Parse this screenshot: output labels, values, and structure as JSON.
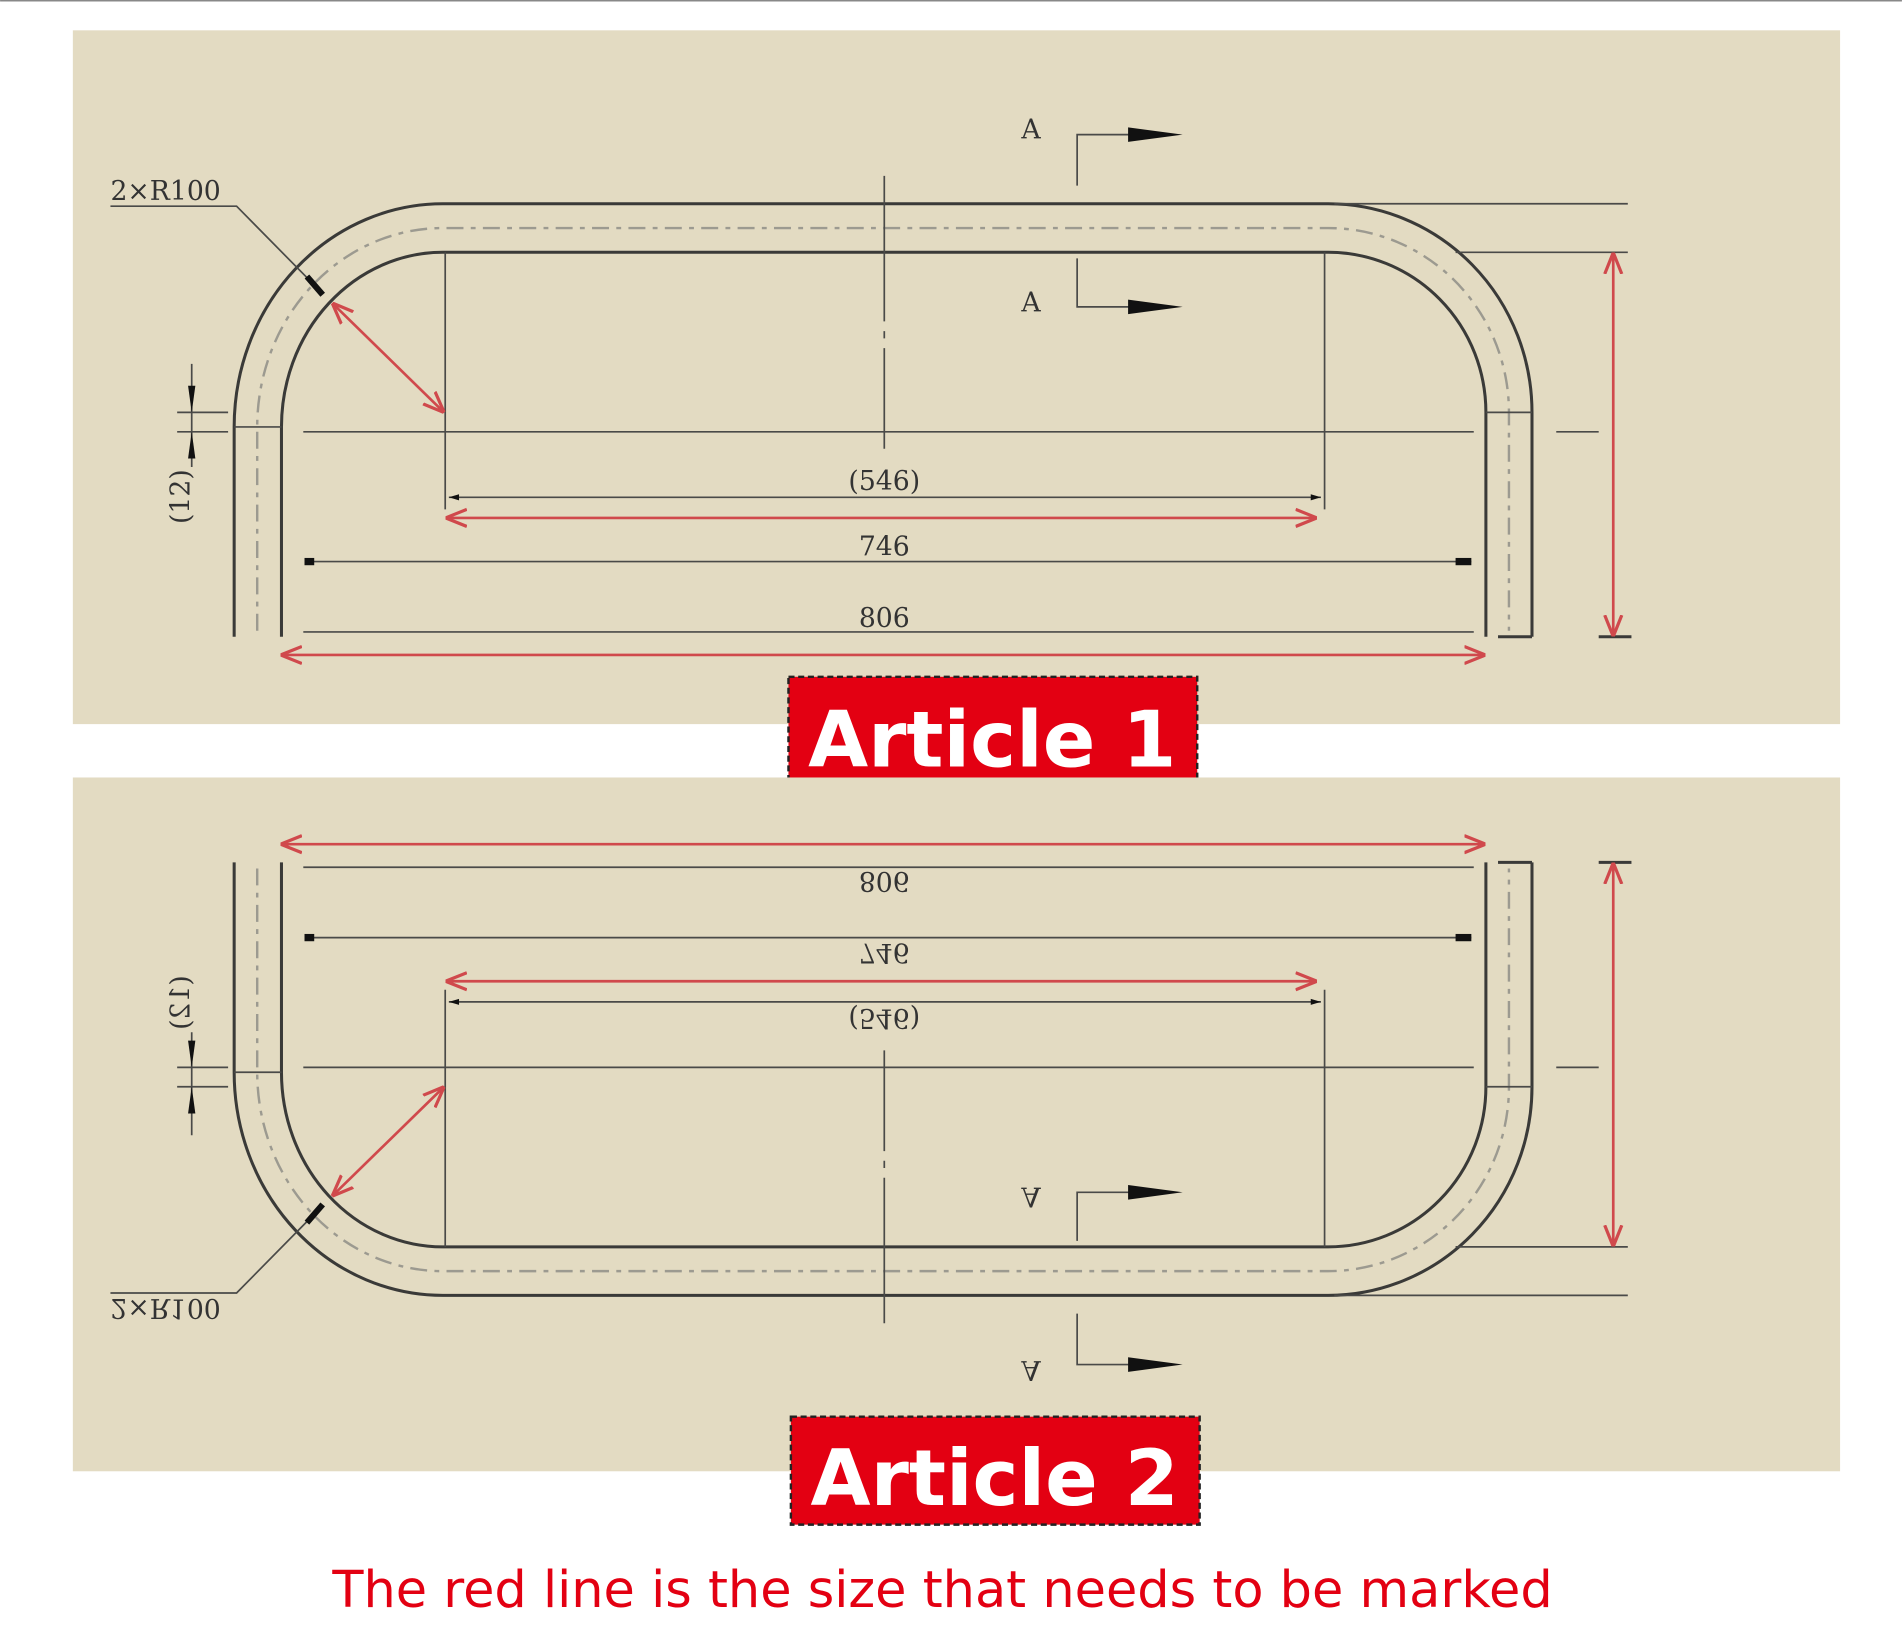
{
  "articles": [
    {
      "label": "Article 1",
      "radius_note": "2×R100",
      "dim_12": "(12)",
      "dim_546": "(546)",
      "dim_746": "746",
      "dim_806": "806",
      "section_top": "A",
      "section_bottom": "A"
    },
    {
      "label": "Article 2",
      "radius_note": "2×R100",
      "dim_12": "(12)",
      "dim_546": "(546)",
      "dim_746": "746",
      "dim_806": "806",
      "section_top": "A",
      "section_bottom": "A"
    }
  ],
  "caption": "The red line is the size that needs to be marked",
  "colors": {
    "panel": "#e3dbc2",
    "accent_red": "#e30012",
    "dimension_red": "#d0494c"
  }
}
